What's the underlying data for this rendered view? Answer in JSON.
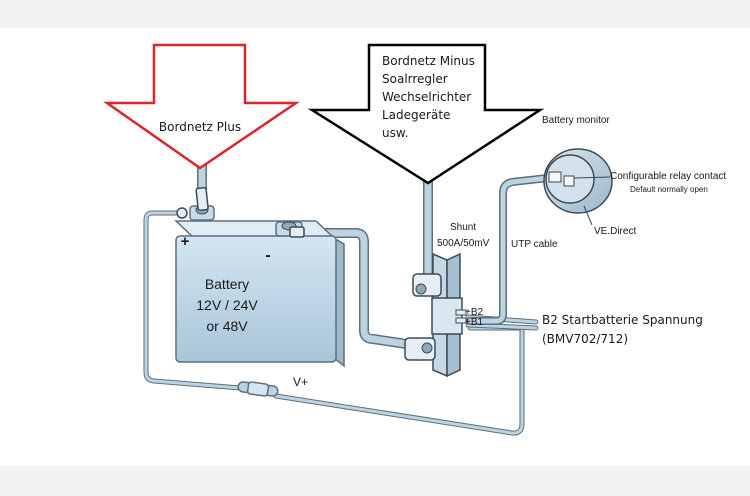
{
  "arrow_plus": {
    "label": "Bordnetz Plus",
    "color": "#d9262c"
  },
  "arrow_minus": {
    "lines": [
      "Bordnetz Minus",
      "Soalrregler",
      "Wechselrichter",
      "Ladegeräte",
      "usw."
    ],
    "color": "#000000"
  },
  "battery": {
    "lines": [
      "Battery",
      "12V  / 24V",
      "or 48V"
    ],
    "plus_sign": "+",
    "minus_sign": "-",
    "color": "#c6dcea"
  },
  "shunt": {
    "lines": [
      "Shunt",
      "500A/50mV"
    ],
    "b2": "+B2",
    "b1": "+B1"
  },
  "monitor": {
    "label": "Battery monitor",
    "relay_label": "Configurable relay contact",
    "relay_default": "Default normally open",
    "vedirect": "VE.Direct"
  },
  "utp_label": "UTP cable",
  "vplus_label": "V+",
  "b2_note": {
    "lines": [
      "B2 Startbatterie Spannung",
      "(BMV702/712)"
    ]
  },
  "wire_color": "#bcd3e2",
  "wire_outline": "#5e6f7c"
}
